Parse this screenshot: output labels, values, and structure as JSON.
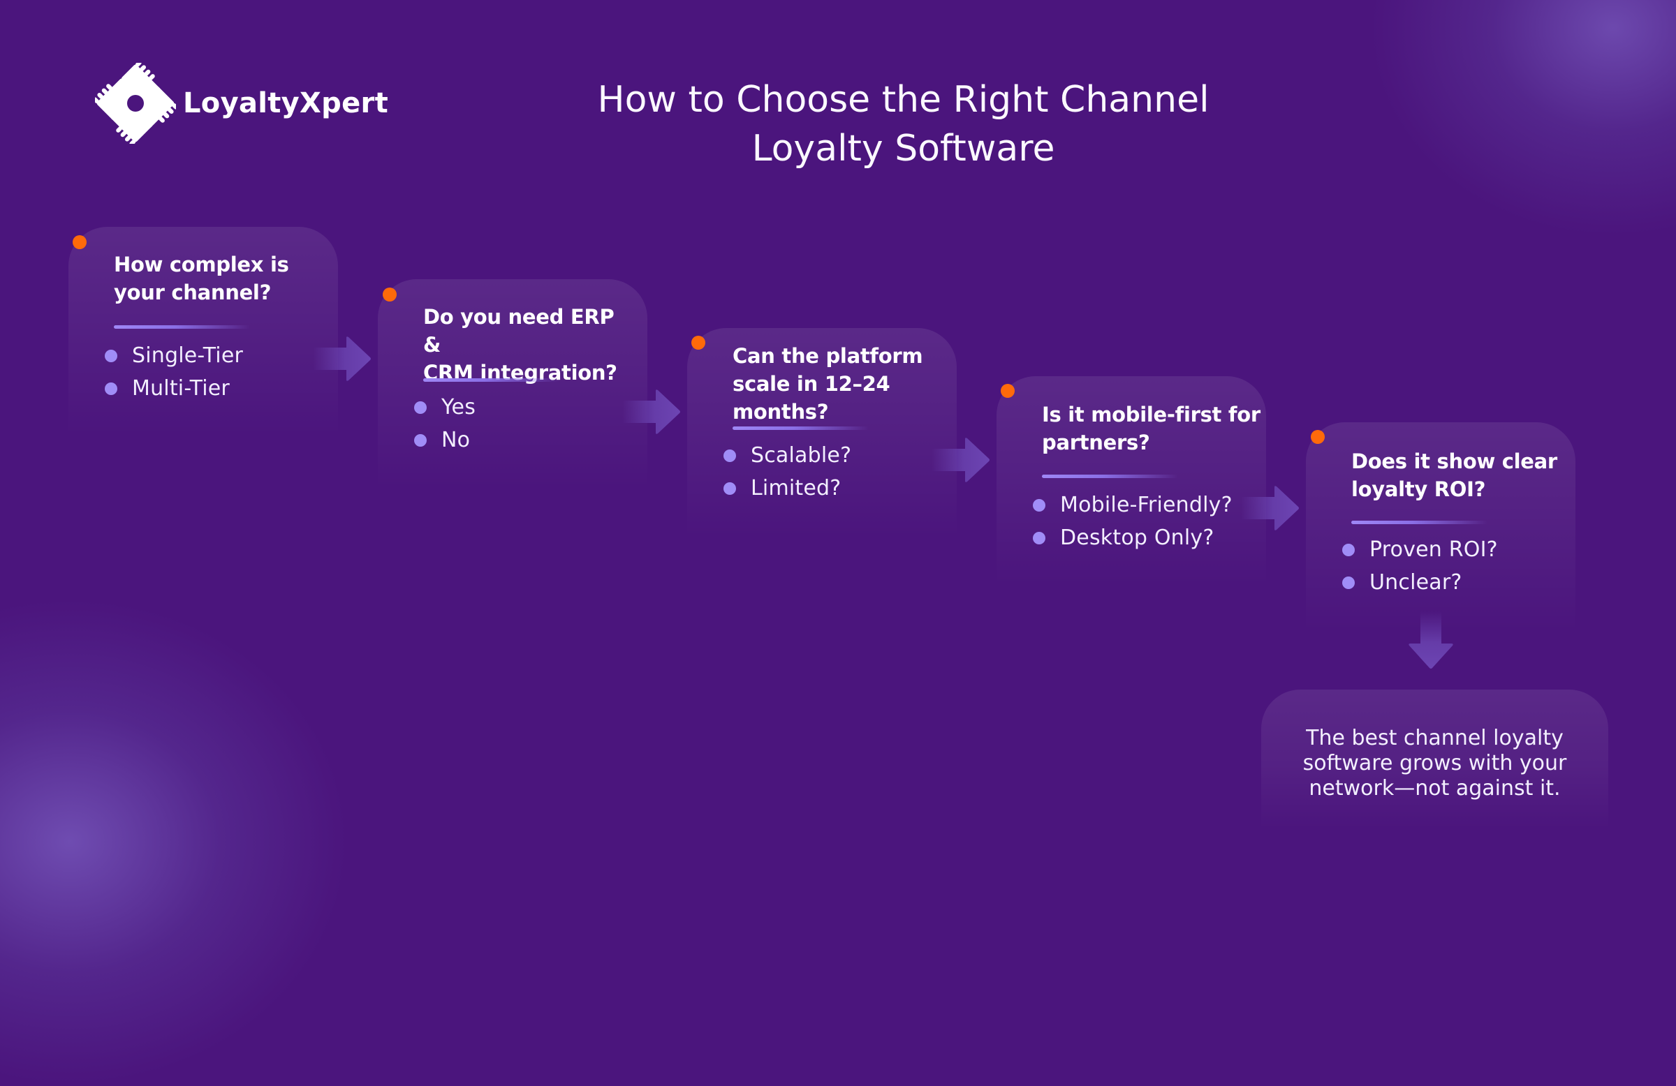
{
  "brand": {
    "name": "LoyaltyXpert",
    "logo_icon": "hands-circle-diamond-icon"
  },
  "header": {
    "title_line1": "How to Choose the Right Channel",
    "title_line2": "Loyalty Software"
  },
  "colors": {
    "background": "#4b157d",
    "accent_dot": "#ff6a0a",
    "bullet": "#a08df7",
    "divider": "#9f88f6",
    "arrow": "#6a43b0",
    "text": "#ffffff"
  },
  "steps": [
    {
      "question_line1": "How complex is",
      "question_line2": "your channel?",
      "question_line3": "",
      "options": [
        "Single-Tier",
        "Multi-Tier"
      ]
    },
    {
      "question_line1": "Do you need ERP &",
      "question_line2": "CRM integration?",
      "question_line3": "",
      "options": [
        "Yes",
        "No"
      ]
    },
    {
      "question_line1": "Can the platform",
      "question_line2": "scale in 12–24",
      "question_line3": "months?",
      "options": [
        "Scalable?",
        "Limited?"
      ]
    },
    {
      "question_line1": "Is it mobile-first for",
      "question_line2": "partners?",
      "question_line3": "",
      "options": [
        "Mobile-Friendly?",
        "Desktop Only?"
      ]
    },
    {
      "question_line1": "Does it show clear",
      "question_line2": "loyalty ROI?",
      "question_line3": "",
      "options": [
        "Proven ROI?",
        "Unclear?"
      ]
    }
  ],
  "conclusion": {
    "line1": "The best channel loyalty",
    "line2": "software grows with your",
    "line3": "network—not against it."
  }
}
